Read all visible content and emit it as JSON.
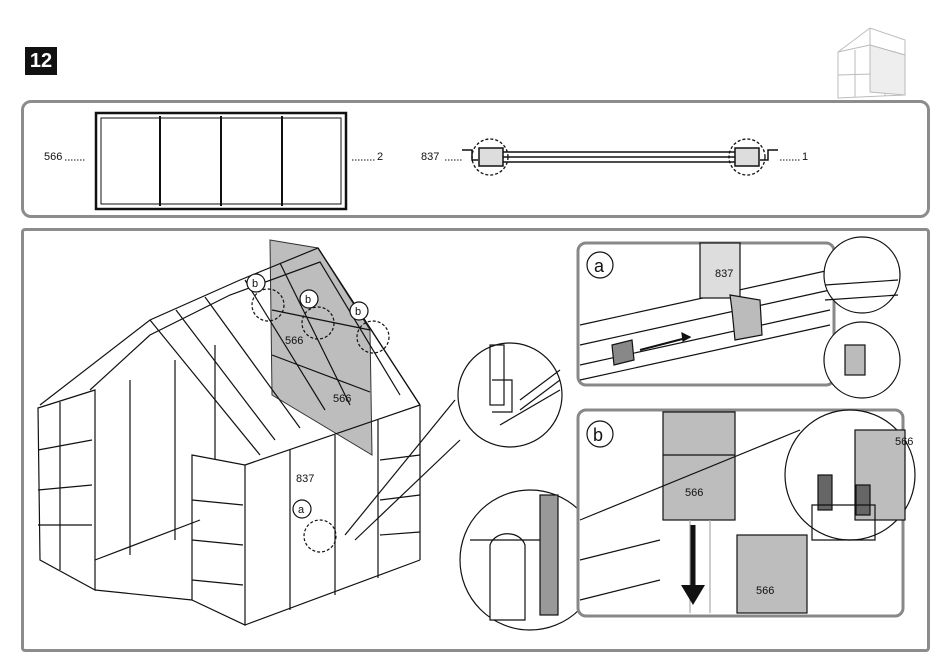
{
  "step": {
    "number": "12"
  },
  "parts": {
    "panel_part_number": "566",
    "panel_quantity": "2",
    "rail_part_number": "837",
    "rail_quantity": "1"
  },
  "main": {
    "callout_b_1": "b",
    "callout_b_2": "b",
    "callout_b_3": "b",
    "callout_a": "a",
    "label_566_top": "566",
    "label_566_mid": "566",
    "label_837": "837"
  },
  "detail_a": {
    "tag": "a",
    "label_837": "837"
  },
  "detail_b": {
    "tag": "b",
    "label_566_upper": "566",
    "label_566_lower": "566",
    "label_566_zoom": "566"
  }
}
